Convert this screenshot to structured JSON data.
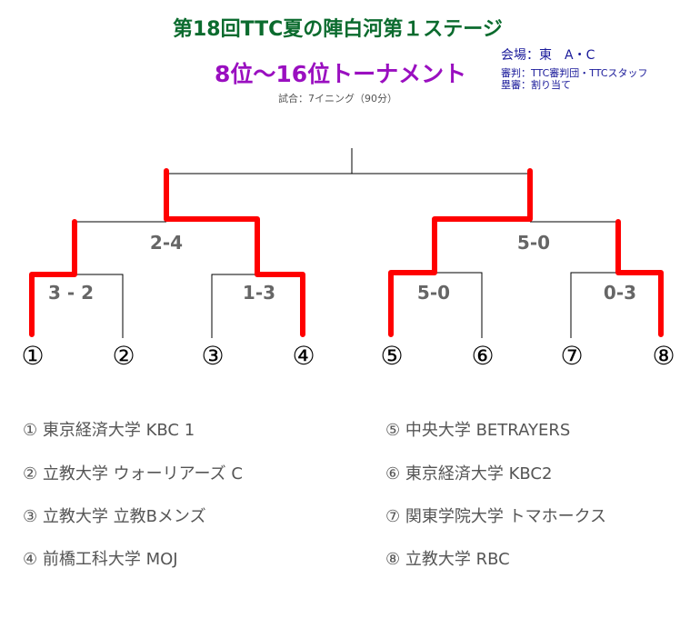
{
  "header": {
    "title": "第18回TTC夏の陣白河第１ステージ",
    "subtitle": "8位〜16位トーナメント",
    "match_format": "試合：7イニング（90分）",
    "venue": "会場：東　A・C",
    "umpire": "審判：TTC審判団・TTCスタッフ",
    "base_umpire": "塁審：割り当て"
  },
  "colors": {
    "winner_line": "#ff0000",
    "line": "#000000",
    "title": "#0b6b2e",
    "subtitle": "#9a0fc0",
    "info": "#1a1a9a"
  },
  "bracket": {
    "seeds": [
      "①",
      "②",
      "③",
      "④",
      "⑤",
      "⑥",
      "⑦",
      "⑧"
    ],
    "round1_scores": [
      "3 - 2",
      "1-3",
      "5-0",
      "0-3"
    ],
    "round2_scores": [
      "2-4",
      "5-0"
    ]
  },
  "teams": [
    "① 東京経済大学 KBC 1",
    "② 立教大学 ウォーリアーズ C",
    "③ 立教大学 立教Bメンズ",
    "④ 前橋工科大学 MOJ",
    "⑤ 中央大学 BETRAYERS",
    "⑥ 東京経済大学 KBC2",
    "⑦ 関東学院大学 トマホークス",
    "⑧ 立教大学 RBC"
  ]
}
